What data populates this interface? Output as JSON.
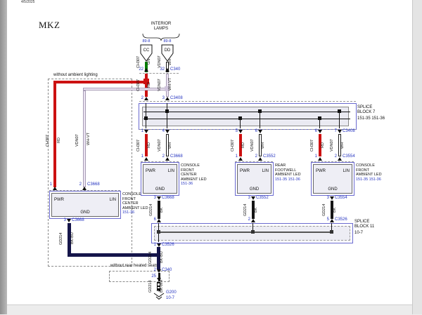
{
  "page": {
    "title": "MKZ",
    "header_note": "4/5/2025"
  },
  "top": {
    "component_line1": "INTERIOR",
    "component_line2": "LAMPS",
    "ref_left": "89-8",
    "ref_right": "89-8",
    "conn_left": "CC",
    "conn_right": "DD"
  },
  "options": {
    "ambient": "without ambient lighting",
    "heated": "without rear heated seats"
  },
  "wires": {
    "gn": {
      "circuit": "CH307",
      "color": "GN"
    },
    "wh": {
      "circuit": "VDN07",
      "color": "WH"
    },
    "rd": {
      "circuit": "CH307",
      "color": "RD"
    },
    "whvt": {
      "circuit": "VDN07",
      "color": "WH-VT"
    },
    "bk": {
      "circuit": "GD214",
      "color": "BK"
    },
    "bkbu": {
      "circuit": "GD214",
      "color": "BK-BU"
    },
    "bkwh": {
      "circuit": "GD214",
      "color": "BK-WH"
    }
  },
  "boxes": {
    "pwr": "PWR",
    "lin": "LIN",
    "gnd": "GND",
    "a": {
      "name": "CONSOLE FRONT CENTER AMBIENT LED",
      "refs": "151-36"
    },
    "b": {
      "name": "CONSOLE FRONT CENTER AMBIENT LED",
      "refs": "151-36"
    },
    "c": {
      "name": "REAR FOOTWELL AMBIENT LED",
      "refs": "151-35  151-36"
    },
    "d": {
      "name": "CONSOLE FRONT AMBIENT LED",
      "refs": "151-35  151-36"
    }
  },
  "splice7": {
    "line1": "SPLICE",
    "line2": "BLOCK 7",
    "refs": "151-35   151-36"
  },
  "splice11": {
    "line1": "SPLICE",
    "line2": "BLOCK 11",
    "refs": "10-7"
  },
  "ground": {
    "label": "G200",
    "ref": "10-7"
  },
  "pins": {
    "t22": "22",
    "t32": "32",
    "c340top": "C340",
    "p2": "2",
    "p3": "3",
    "c3408top": "C3408",
    "s7b1": "1",
    "s7b4": "4",
    "s7c5": "5",
    "s7c6": "6",
    "s7d6": "6",
    "s7d7": "7",
    "c3408bot": "C3408",
    "bIn1": "1",
    "bIn2": "2",
    "bConn": "C3668",
    "cIn1": "1",
    "cIn2": "2",
    "cConn": "C3552",
    "dIn1": "1",
    "dIn2": "2",
    "dConn": "C3554",
    "aIn1": "1",
    "aIn2": "2",
    "aConn": "C3668",
    "bOut3": "3",
    "bOutC": "C3668",
    "cOut3": "3",
    "cOutC": "C3552",
    "dOut3": "3",
    "dOutC": "C3554",
    "aOut3": "3",
    "aOutC": "C3668",
    "s11in6": "6",
    "s11in2": "2",
    "s11in5": "5",
    "s11conn": "C3526",
    "s11out1": "1",
    "s11outC": "C3526",
    "c340l2": "2",
    "c340l": "C340",
    "p25": "25"
  },
  "palette": {
    "green": "#067d06",
    "red": "#cc1111",
    "white_wire": "#ffffff",
    "white_violet": "#ece4f2",
    "black": "#141414",
    "black_blue": "#15154a",
    "accent_blue": "#2433c0",
    "box_outline": "#6a6ad0"
  }
}
